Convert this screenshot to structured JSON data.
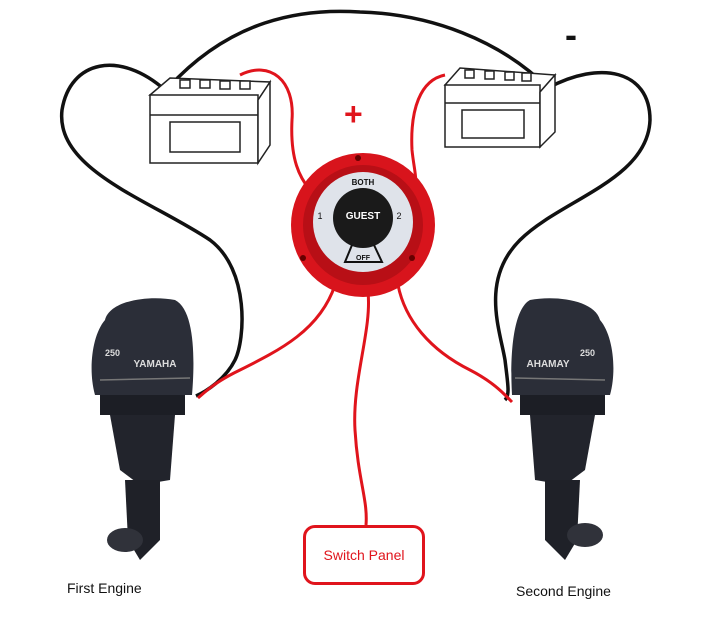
{
  "labels": {
    "first_engine": "First Engine",
    "second_engine": "Second Engine",
    "switch_panel": "Switch Panel",
    "positive": "+",
    "negative": "-"
  },
  "switch": {
    "brand": "GUEST",
    "pos_both": "BOTH",
    "pos_1": "1",
    "pos_2": "2",
    "pos_off": "OFF"
  },
  "engines": {
    "brand_left": "YAMAHA",
    "brand_right": "AHAMAY",
    "hp": "250"
  },
  "colors": {
    "positive_wire": "#e0141c",
    "negative_wire": "#111111",
    "switch": "#d8141c",
    "engine": "#2b2e38"
  }
}
